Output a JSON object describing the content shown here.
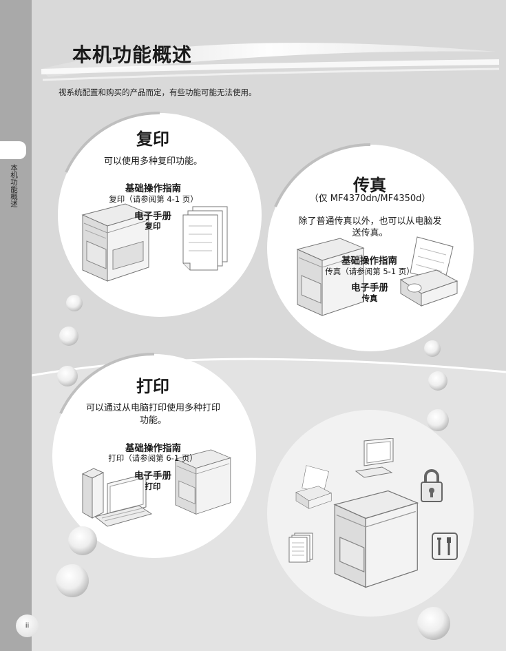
{
  "page": {
    "title": "本机功能概述",
    "note": "视系统配置和购买的产品而定，有些功能可能无法使用。",
    "side_label": "本机功能概述",
    "page_number": "ii"
  },
  "copy": {
    "heading": "复印",
    "description": "可以使用多种复印功能。",
    "basic_guide": "基础操作指南",
    "basic_ref": "复印（请参阅第 4-1 页）",
    "e_manual": "电子手册",
    "e_manual_section": "复印"
  },
  "fax": {
    "heading": "传真",
    "models": "（仅 MF4370dn/MF4350d）",
    "description_line1": "除了普通传真以外，也可以从电脑发",
    "description_line2": "送传真。",
    "basic_guide": "基础操作指南",
    "basic_ref": "传真（请参阅第 5-1 页）",
    "e_manual": "电子手册",
    "e_manual_section": "传真"
  },
  "print": {
    "heading": "打印",
    "description_line1": "可以通过从电脑打印使用多种打印",
    "description_line2": "功能。",
    "basic_guide": "基础操作指南",
    "basic_ref": "打印（请参阅第 6-1 页）",
    "e_manual": "电子手册",
    "e_manual_section": "打印"
  },
  "icons": [
    "printer-icon",
    "paper-stack-icon",
    "fax-machine-icon",
    "desktop-computer-icon",
    "monitor-icon",
    "padlock-icon",
    "tools-icon"
  ]
}
